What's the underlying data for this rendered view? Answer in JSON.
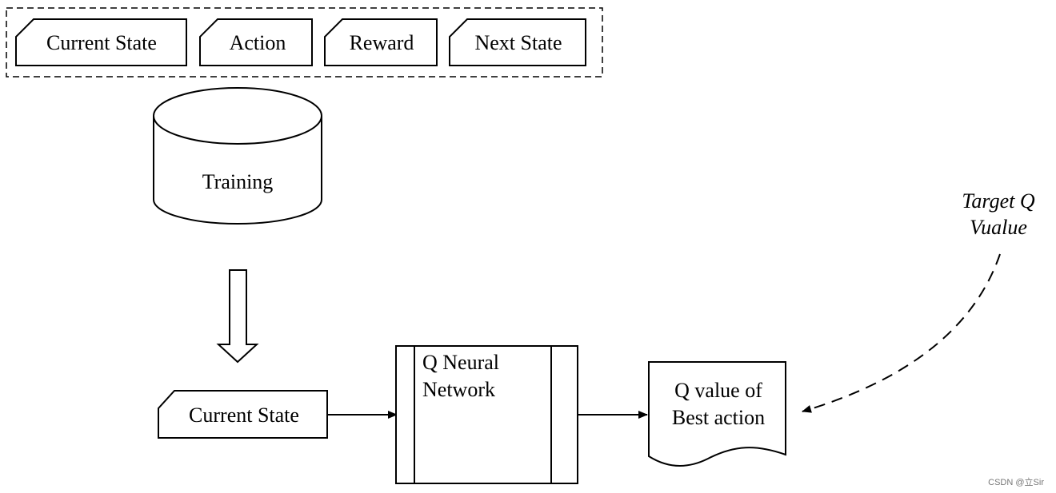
{
  "colors": {
    "line": "#000000",
    "background": "#ffffff",
    "watermark": "#777777"
  },
  "replay_items": [
    "Current State",
    "Action",
    "Reward",
    "Next State"
  ],
  "training_label": "Training",
  "input_label": "Current State",
  "network_label": [
    "Q Neural",
    "Network"
  ],
  "output_label": [
    "Q value of",
    "Best action"
  ],
  "target_label": [
    "Target Q",
    "Vualue"
  ],
  "watermark": "CSDN @立Sir"
}
